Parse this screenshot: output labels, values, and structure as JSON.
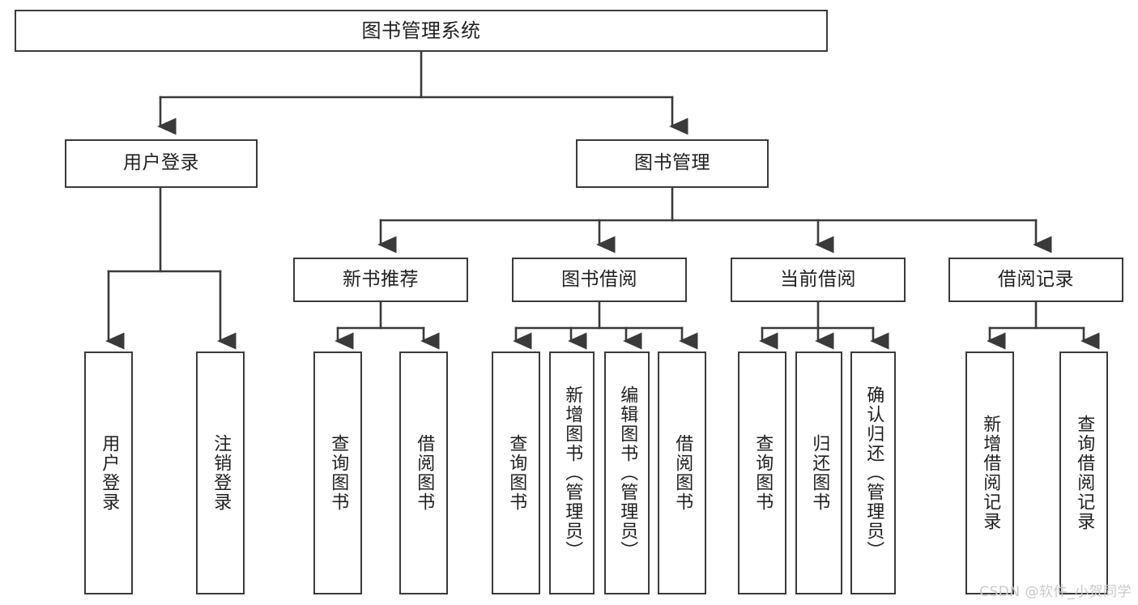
{
  "diagram": {
    "title": "图书管理系统",
    "watermark": "CSDN @软件_小贺同学",
    "line_color": "#3a3a3a",
    "text_color": "#1f1f1f",
    "background": "#ffffff",
    "nodes": {
      "root": "图书管理系统",
      "user_login": "用户登录",
      "book_manage": "图书管理",
      "new_book_rec": "新书推荐",
      "book_borrow": "图书借阅",
      "current_borrow": "当前借阅",
      "borrow_record": "借阅记录",
      "leaf_user_login": "用户登录",
      "leaf_user_logout": "注销登录",
      "leaf_query_book_1": "查询图书",
      "leaf_borrow_book_1": "借阅图书",
      "leaf_query_book_2": "查询图书",
      "leaf_add_book": "新增图书（管理员）",
      "leaf_edit_book": "编辑图书（管理员）",
      "leaf_borrow_book_2": "借阅图书",
      "leaf_query_book_3": "查询图书",
      "leaf_return_book": "归还图书",
      "leaf_confirm_return": "确认归还（管理员）",
      "leaf_add_record": "新增借阅记录",
      "leaf_query_record": "查询借阅记录"
    }
  }
}
